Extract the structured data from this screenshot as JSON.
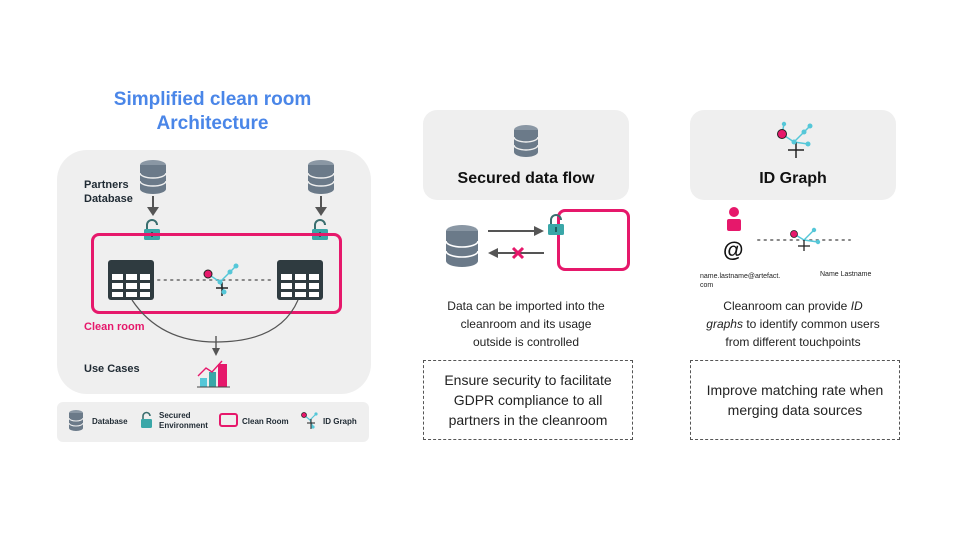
{
  "architecture": {
    "title_line1": "Simplified clean room",
    "title_line2": "Architecture",
    "partners_line1": "Partners",
    "partners_line2": "Database",
    "cleanroom_label": "Clean room",
    "usecases_label": "Use Cases"
  },
  "legend": {
    "database": "Database",
    "secured_line1": "Secured",
    "secured_line2": "Environment",
    "cleanroom": "Clean Room",
    "idgraph": "ID Graph"
  },
  "secured_flow": {
    "title": "Secured data flow",
    "desc_line1": "Data can be imported into the",
    "desc_line2": "cleanroom and its usage",
    "desc_line3": "outside is controlled",
    "box_line1": "Ensure security to facilitate",
    "box_line2": "GDPR compliance  to all",
    "box_line3": "partners in the cleanroom"
  },
  "id_graph": {
    "title": "ID Graph",
    "at_symbol": "@",
    "email_line1": "name.lastname@artefact.",
    "email_line2": "com",
    "name_label": "Name Lastname",
    "desc_line1": "Cleanroom can provide",
    "desc_italic1": "ID",
    "desc_italic2": "graphs",
    "desc_line2_rest": " to identify common users",
    "desc_line3": "from different touchpoints",
    "box_line1": "Improve matching rate when",
    "box_line2": "merging data sources"
  },
  "colors": {
    "accent_blue": "#4a86e8",
    "cleanroom_pink": "#e6186b",
    "panel_grey": "#efefef",
    "db_slate": "#5f6f80",
    "lock_teal": "#3aa7a8",
    "graph_cyan": "#55c7d8"
  }
}
